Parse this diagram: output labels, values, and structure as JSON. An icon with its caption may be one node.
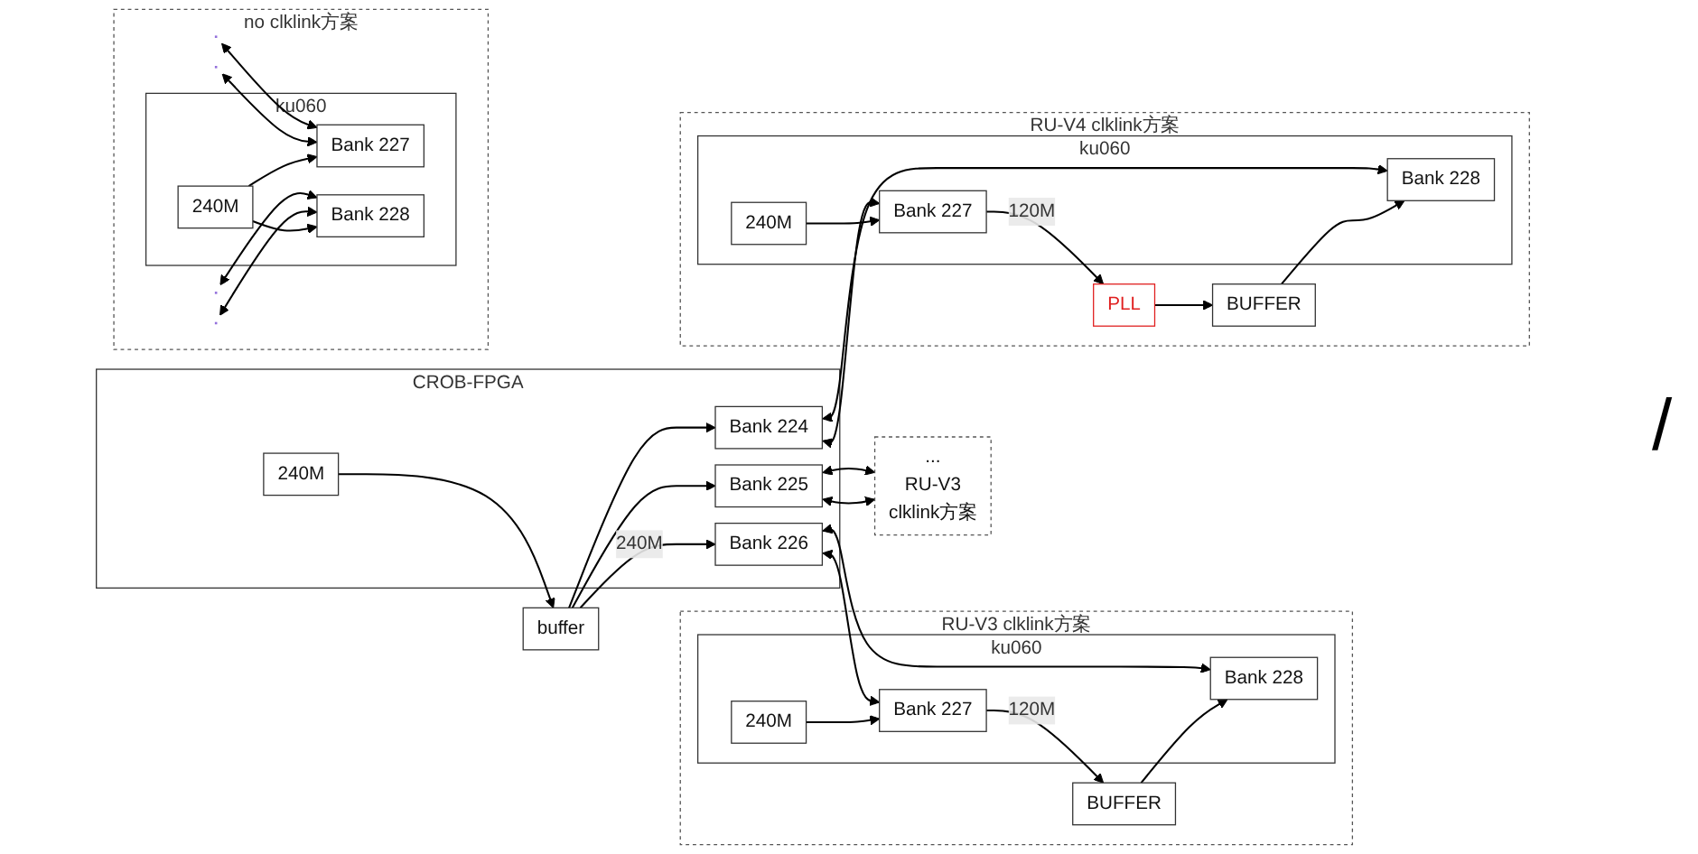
{
  "diagram": {
    "nodes": [
      {
        "text": [
          "buffer"
        ]
      },
      {
        "text": [
          "CROB-FPGA"
        ]
      },
      {
        "text": [
          "240M"
        ],
        "in": 1
      },
      {
        "text": [
          "Bank 226"
        ],
        "in": 1
      },
      {
        "text": [
          "Bank 225"
        ],
        "in": 1
      },
      {
        "text": [
          "Bank 224"
        ],
        "in": 1
      },
      {
        "text": [
          "RU-V3",
          "clklink方案"
        ]
      },
      {
        "text": [
          "BUFFER"
        ],
        "in": 6
      },
      {
        "text": [
          "ku060"
        ],
        "in": 6
      },
      {
        "text": [
          "Bank 227"
        ],
        "in": 8
      },
      {
        "text": [
          "240M"
        ],
        "in": 8
      },
      {
        "text": [
          "Bank 228"
        ],
        "in": 8
      },
      {
        "text": [
          "no clklink方案"
        ]
      },
      {
        "text": [
          "ku060"
        ],
        "in": 12
      },
      {
        "text": [
          "Bank 227"
        ],
        "in": 13
      },
      {
        "text": [
          "240M"
        ],
        "in": 13
      },
      {
        "text": [
          "Bank 228"
        ],
        "in": 13
      },
      {
        "text": [
          "...",
          "RU-V3",
          "clklink方案"
        ]
      },
      {
        "text": [
          "RU-V4",
          "clklink方案"
        ]
      },
      {
        "text": [
          "PLL"
        ],
        "in": 18
      },
      {
        "text": [
          "BUFFER"
        ],
        "in": 18
      },
      {
        "text": [
          "ku060"
        ],
        "in": 18
      },
      {
        "text": [
          "Bank 227"
        ],
        "in": 21
      },
      {
        "text": [
          "240M"
        ],
        "in": 21
      },
      {
        "text": [
          "Bank 228"
        ],
        "in": 21
      }
    ],
    "edges": [
      {
        "from": 2,
        "to": 0,
        "arrow": "to"
      },
      {
        "from": 0,
        "to": 3,
        "arrow": "to",
        "label": "240M"
      },
      {
        "from": 0,
        "to": 4,
        "arrow": "to"
      },
      {
        "from": 0,
        "to": 5,
        "arrow": "to"
      },
      {
        "from": 3,
        "to": 9,
        "arrow": "both"
      },
      {
        "from": 3,
        "to": 11,
        "arrow": "both"
      },
      {
        "from": 9,
        "to": 7,
        "arrow": "to",
        "label": "120M"
      },
      {
        "from": 7,
        "to": 11,
        "arrow": "to"
      },
      {
        "from": 10,
        "to": 9,
        "arrow": "to"
      },
      {
        "from": 4,
        "to": 17,
        "arrow": "both"
      },
      {
        "from": 4,
        "to": 17,
        "arrow": "both"
      },
      {
        "from": null,
        "to": 14,
        "arrow": "both"
      },
      {
        "from": null,
        "to": 14,
        "arrow": "both"
      },
      {
        "from": null,
        "to": 16,
        "arrow": "both"
      },
      {
        "from": null,
        "to": 16,
        "arrow": "both"
      },
      {
        "from": 15,
        "to": 14,
        "arrow": "to"
      },
      {
        "from": 15,
        "to": 16,
        "arrow": "to"
      },
      {
        "from": 5,
        "to": 22,
        "arrow": "both"
      },
      {
        "from": 5,
        "to": 24,
        "arrow": "both"
      },
      {
        "from": 22,
        "to": 19,
        "arrow": "to",
        "label": "120M"
      },
      {
        "from": 19,
        "to": 20,
        "arrow": "to"
      },
      {
        "from": 20,
        "to": 24,
        "arrow": "to"
      },
      {
        "from": 23,
        "to": 22,
        "arrow": "to"
      }
    ],
    "labels": [
      "/"
    ]
  }
}
